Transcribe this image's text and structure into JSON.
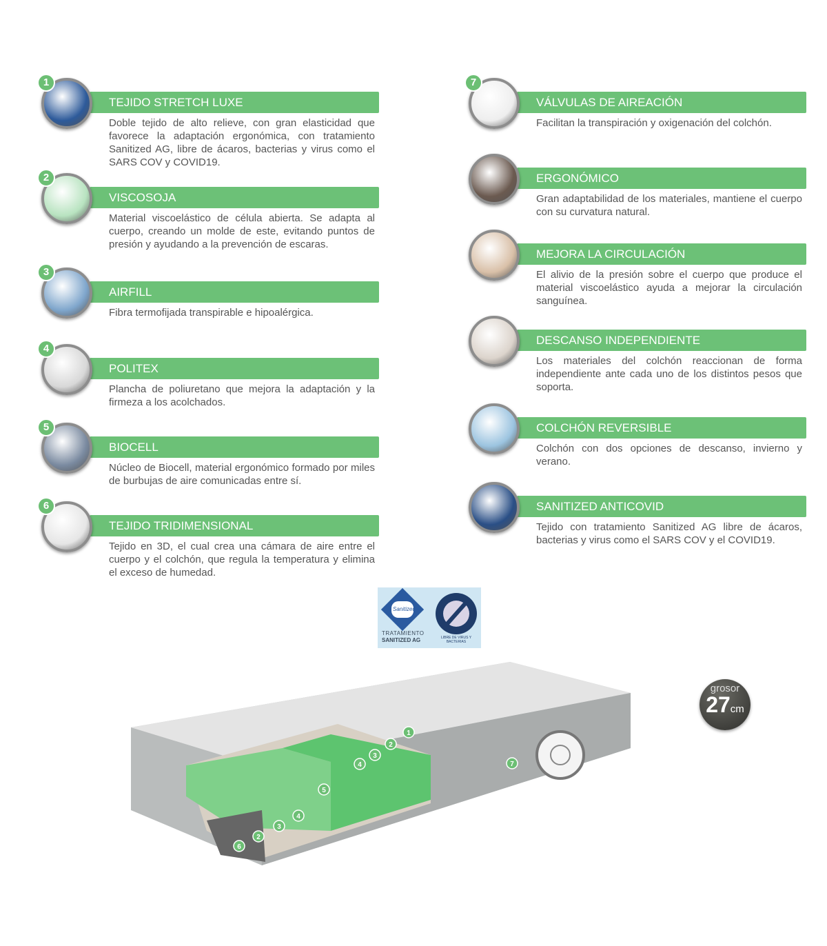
{
  "left_features": [
    {
      "num": "1",
      "title": "TEJIDO STRETCH LUXE",
      "desc": "Doble tejido de alto relieve, con gran elasticidad que favorece la adaptación ergonómica, con tratamiento Sanitized AG, libre de ácaros, bacterias y virus como el SARS COV y COVID19.",
      "color": "#2d5a9a"
    },
    {
      "num": "2",
      "title": "VISCOSOJA",
      "desc": "Material viscoelástico de célula abierta. Se adapta al cuerpo, creando un molde de este, evitando puntos de presión y ayudando a la prevención de escaras.",
      "color": "#b8e3c0"
    },
    {
      "num": "3",
      "title": "AIRFILL",
      "desc": "Fibra termofijada transpirable e hipoalérgica.",
      "color": "#7fa6cc"
    },
    {
      "num": "4",
      "title": "POLITEX",
      "desc": "Plancha de poliuretano que mejora la adaptación y la firmeza a los acolchados.",
      "color": "#d8d8d8"
    },
    {
      "num": "5",
      "title": "BIOCELL",
      "desc": "Núcleo de Biocell, material ergonómico formado por miles de burbujas de aire comunicadas entre sí.",
      "color": "#7a8aa0"
    },
    {
      "num": "6",
      "title": "TEJIDO TRIDIMENSIONAL",
      "desc": "Tejido en 3D, el cual crea una cámara de aire entre el cuerpo y el colchón, que regula la temperatura y elimina el exceso de humedad.",
      "color": "#e6e6e6"
    }
  ],
  "right_features": [
    {
      "num": "7",
      "title": "VÁLVULAS DE AIREACIÓN",
      "desc": "Facilitan la transpiración y oxigenación del colchón.",
      "color": "#eeeeee"
    },
    {
      "num": "",
      "title": "ERGONÓMICO",
      "desc": "Gran adaptabilidad de los materiales, mantiene el cuerpo con su curvatura natural.",
      "color": "#6b5a50"
    },
    {
      "num": "",
      "title": "MEJORA LA CIRCULACIÓN",
      "desc": "El alivio de la presión sobre el cuerpo que produce el material viscoelástico ayuda a mejorar la circulación sanguínea.",
      "color": "#d9c0a8"
    },
    {
      "num": "",
      "title": "DESCANSO INDEPENDIENTE",
      "desc": "Los materiales del colchón reaccionan de forma independiente ante cada uno de los distintos pesos que soporta.",
      "color": "#dcd4cc"
    },
    {
      "num": "",
      "title": "COLCHÓN REVERSIBLE",
      "desc": "Colchón con dos opciones de descanso, invierno y verano.",
      "color": "#9cc4e0"
    },
    {
      "num": "",
      "title": "SANITIZED ANTICOVID",
      "desc": "Tejido con tratamiento Sanitized AG libre de ácaros, bacterias y virus como el SARS COV y el COVID19.",
      "color": "#2a4f86"
    }
  ],
  "certification": {
    "sanitized_line1": "TRATAMIENTO",
    "sanitized_line2": "SANITIZED AG",
    "logo_text": "Sanitized",
    "seal_text": "LIBRE DE VIRUS Y BACTERIAS"
  },
  "thickness": {
    "label": "grosor",
    "value": "27",
    "unit": "cm"
  },
  "mattress_markers": [
    "1",
    "2",
    "3",
    "4",
    "5",
    "2",
    "3",
    "4",
    "6",
    "7"
  ]
}
